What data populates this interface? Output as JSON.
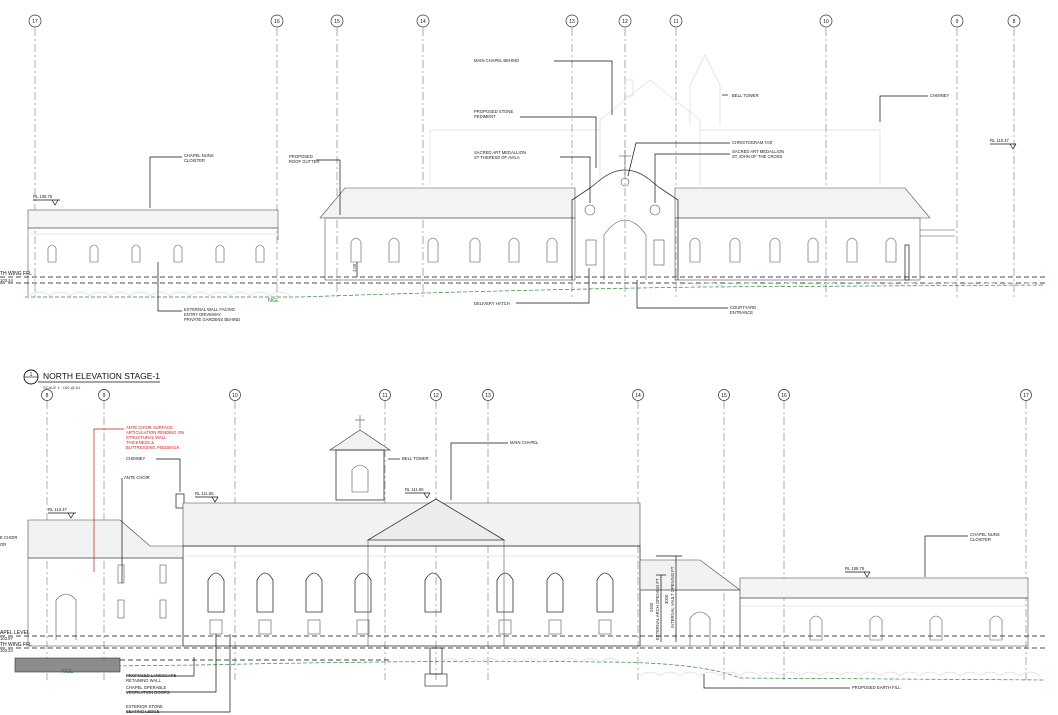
{
  "drawing": {
    "title": "NORTH ELEVATION STAGE-1",
    "title_number": "1",
    "scale_note": "SCALE 1 : 100 @ A1"
  },
  "upper_elevation": {
    "grid_lines": [
      "17",
      "16",
      "15",
      "14",
      "13",
      "12",
      "11",
      "10",
      "9",
      "8"
    ],
    "levels": [
      {
        "label": "RL 108.75"
      },
      {
        "label": "RL 110.47"
      },
      {
        "label": "TH WING FFL"
      },
      {
        "label": "103.24"
      }
    ],
    "ngl_label": "NGL",
    "dimension_label": "1.00",
    "annotations": [
      {
        "lines": [
          "MAIN CHAPEL BEHIND"
        ]
      },
      {
        "lines": [
          "BELL TOWER"
        ]
      },
      {
        "lines": [
          "CHIMNEY"
        ]
      },
      {
        "lines": [
          "PROPOSED STONE",
          "PEDIMENT"
        ]
      },
      {
        "lines": [
          "CHAPEL NUNS",
          "CLOISTER"
        ]
      },
      {
        "lines": [
          "PROPOSED",
          "ROOF GUTTER"
        ]
      },
      {
        "lines": [
          "CHRISTOGRAM 'IHS'"
        ]
      },
      {
        "lines": [
          "SACRED ART MEDALLION",
          "ST THERESE OF AVILA"
        ]
      },
      {
        "lines": [
          "SACRED ART MEDALLION",
          "ST JOHN OF THE CROSS"
        ]
      },
      {
        "lines": [
          "EXTERNAL WALL FACING",
          "ENTRY DRIVEWAY",
          "PRIVATE GARDENS BEHIND"
        ]
      },
      {
        "lines": [
          "DELIVERY HATCH"
        ]
      },
      {
        "lines": [
          "COURTYARD",
          "ENTRANCE"
        ]
      }
    ]
  },
  "lower_elevation": {
    "grid_lines": [
      "8",
      "9",
      "10",
      "11",
      "12",
      "13",
      "14",
      "15",
      "16",
      "17"
    ],
    "levels": [
      {
        "label": "RL 110.47"
      },
      {
        "label": "RL 111.65"
      },
      {
        "label": "RL 111.65"
      },
      {
        "label": "RL 108.75"
      },
      {
        "label": "APEL LEVEL"
      },
      {
        "label": "103.97"
      },
      {
        "label": "TH WING FFL"
      },
      {
        "label": "103.24"
      }
    ],
    "ngl_label": "NGL",
    "red_note": [
      "ANTE CHOIR SURFACE",
      "ARTICULATION PENDING ON",
      "STRUCTURAL WALL",
      "THICKNESS &",
      "BUTTRESSING FEEDBACK"
    ],
    "dimension_labels": [
      "EXTERNAL ARCH OPENING FT",
      "INTERNAL VAULT OPENING FT",
      "2400",
      "3000"
    ],
    "annotations": [
      {
        "lines": [
          "BELL TOWER"
        ]
      },
      {
        "lines": [
          "MAIN CHAPEL"
        ]
      },
      {
        "lines": [
          "CHIMNEY"
        ]
      },
      {
        "lines": [
          "ANTE CHOIR"
        ]
      },
      {
        "lines": [
          "E CHOIR"
        ]
      },
      {
        "lines": [
          "OR"
        ]
      },
      {
        "lines": [
          "CHAPEL NUNS",
          "CLOISTER"
        ]
      },
      {
        "lines": [
          "PROPOSED LANDSCAPE",
          "RETAINING WALL"
        ]
      },
      {
        "lines": [
          "CHAPEL OPERABLE",
          "VENTILATION DOORS"
        ]
      },
      {
        "lines": [
          "EXTERIOR STONE",
          "SEATING LEDGE"
        ]
      },
      {
        "lines": [
          "PROPOSED EARTH FILL"
        ]
      }
    ]
  }
}
